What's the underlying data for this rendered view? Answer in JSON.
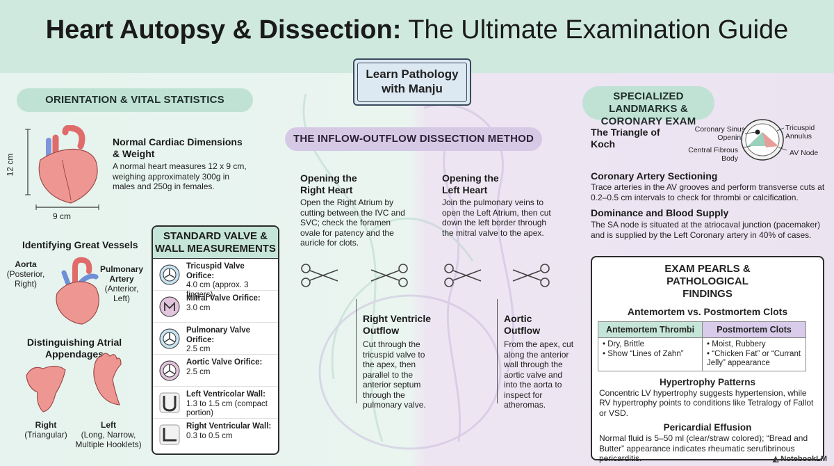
{
  "header": {
    "title_bold": "Heart Autopsy & Dissection:",
    "title_rest": " The Ultimate Examination Guide",
    "badge_line1": "Learn Pathology",
    "badge_line2": "with Manju"
  },
  "orientation": {
    "pill": "ORIENTATION & VITAL STATISTICS",
    "height_label": "12 cm",
    "width_label": "9 cm",
    "dims_title": "Normal Cardiac Dimensions & Weight",
    "dims_text": "A normal heart measures 12 x 9 cm, weighing approximately 300g in males and 250g in females.",
    "vessels_title": "Identifying Great Vessels",
    "aorta": "Aorta",
    "aorta_sub": "(Posterior, Right)",
    "pulm": "Pulmonary Artery",
    "pulm_sub": "(Anterior, Left)",
    "atrial_title": "Distinguishing Atrial Appendages",
    "right": "Right",
    "right_sub": "(Triangular)",
    "left": "Left",
    "left_sub": "(Long, Narrow, Multiple Hooklets)"
  },
  "valves": {
    "header": "STANDARD VALVE & WALL MEASUREMENTS",
    "items": [
      {
        "name": "Tricuspid Valve Orifice:",
        "value": "4.0 cm (approx. 3 fingers)",
        "icon": "tricuspid-icon"
      },
      {
        "name": "Mitral Valve Orifice:",
        "value": "3.0 cm",
        "icon": "mitral-icon"
      },
      {
        "name": "Pulmonary Valve Orifice:",
        "value": "2.5 cm",
        "icon": "pulmonary-valve-icon"
      },
      {
        "name": "Aortic Valve Orifice:",
        "value": "2.5 cm",
        "icon": "aortic-valve-icon"
      },
      {
        "name": "Left Ventricolar Wall:",
        "value": "1.3 to 1.5 cm (compact portion)",
        "icon": "lv-wall-icon"
      },
      {
        "name": "Right Ventricular Wall:",
        "value": "0.3 to 0.5 cm",
        "icon": "rv-wall-icon"
      }
    ]
  },
  "method": {
    "pill": "THE INFLOW-OUTFLOW DISSECTION METHOD",
    "steps": [
      {
        "title": "Opening the Right Heart",
        "text": "Open the Right Atrium by cutting between the IVC and SVC; check the foramen ovale for patency and the auricle for clots."
      },
      {
        "title": "Opening the Left Heart",
        "text": "Join the pulmonary veins to open the Left Atrium, then cut down the left border through the mitral valve to the apex."
      },
      {
        "title": "Right Ventricle Outflow",
        "text": "Cut through the tricuspid valve to the apex, then parallel to the anterior septum through the pulmonary valve."
      },
      {
        "title": "Aortic Outflow",
        "text": "From the apex, cut along the anterior wall through the aortic valve and into the aorta to inspect for atheromas."
      }
    ]
  },
  "landmarks": {
    "pill": "SPECIALIZED LANDMARKS & CORONARY EXAM",
    "koch_title": "The Triangle of Koch",
    "koch_labels": {
      "sinus": "Coronary Sinus Opening",
      "tricuspid": "Tricuspid Annulus",
      "fibrous": "Central Fibrous Body",
      "av": "AV Node"
    },
    "coronary_title": "Coronary Artery Sectioning",
    "coronary_text": "Trace arteries in the AV grooves and perform transverse cuts at 0.2–0.5 cm intervals to check for thrombi or calcification.",
    "dominance_title": "Dominance and Blood Supply",
    "dominance_text": "The SA node is situated at the atriocaval junction (pacemaker) and is supplied by the Left Coronary artery in 40% of cases."
  },
  "pearls": {
    "header": "EXAM PEARLS & PATHOLOGICAL FINDINGS",
    "clots_title": "Antemortem vs. Postmortem Clots",
    "col_ante": "Antemortem Thrombi",
    "col_post": "Postmortem Clots",
    "ante_items": [
      "Dry, Brittle",
      "Show “Lines of Zahn”"
    ],
    "post_items": [
      "Moist, Rubbery",
      "“Chicken Fat” or “Currant Jelly” appearance"
    ],
    "hyper_title": "Hypertrophy Patterns",
    "hyper_text": "Concentric LV hypertrophy suggests hypertension, while RV hypertrophy points to conditions like Tetralogy of Fallot or VSD.",
    "peri_title": "Pericardial Effusion",
    "peri_text": "Normal fluid is 5–50 ml (clear/straw colored); “Bread and Butter” appearance indicates rheumatic serufibrinous pericarditis."
  },
  "footer": "NotebookLM",
  "colors": {
    "green": "#bfe2d4",
    "purple": "#d6c9e6",
    "heart": "#e98a86",
    "vessel_blue": "#6f8fd8"
  }
}
